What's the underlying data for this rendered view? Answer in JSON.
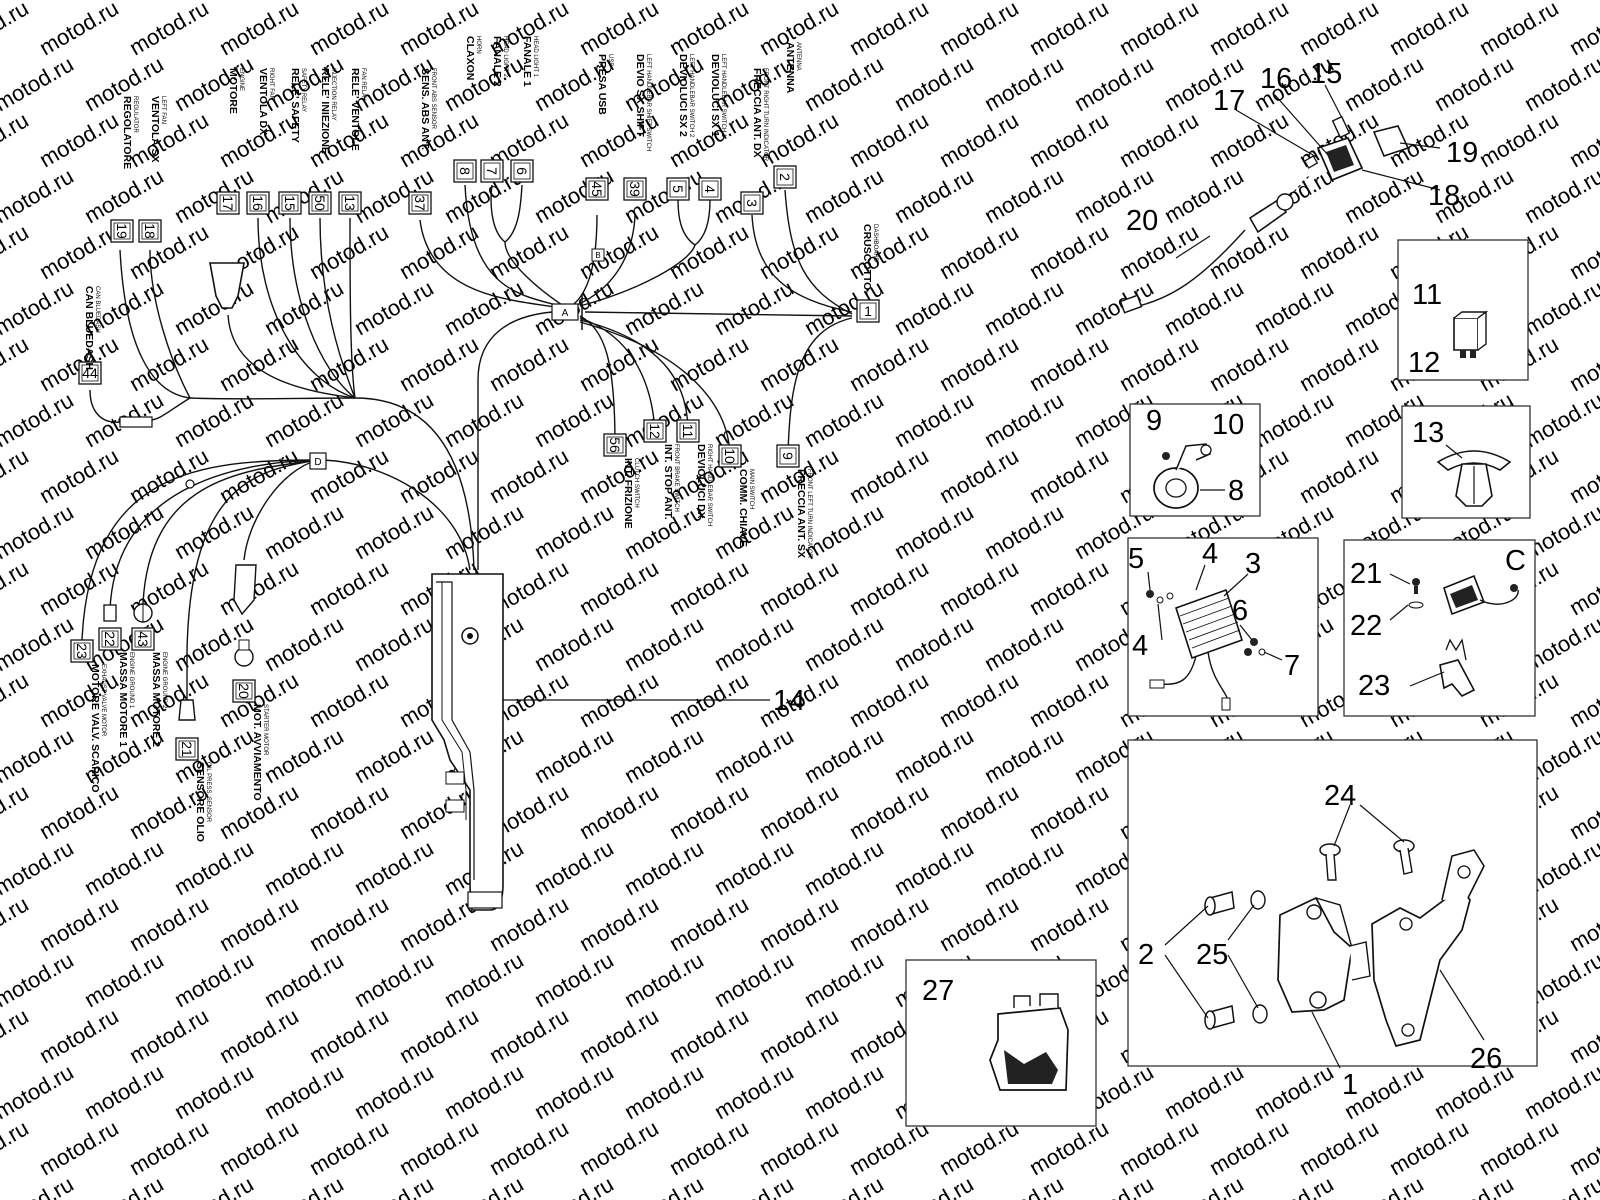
{
  "watermark": "motod.ru",
  "harness": {
    "junctions": {
      "a": "A",
      "d": "D",
      "b": "B"
    },
    "top_connectors": [
      {
        "num": "19",
        "label": "REGOLATORE",
        "sub": "REGULATOR"
      },
      {
        "num": "18",
        "label": "VENTOLA SX",
        "sub": "LEFT FAN"
      },
      {
        "num": "17",
        "label": "MOTORE",
        "sub": "ENGINE"
      },
      {
        "num": "16",
        "label": "VENTOLA DX",
        "sub": "RIGHT FAN"
      },
      {
        "num": "15",
        "label": "RELE' SAFETY",
        "sub": "SAFETY RELAY"
      },
      {
        "num": "50",
        "label": "RELE' INIEZIONE",
        "sub": "INJECTION RELAY"
      },
      {
        "num": "13",
        "label": "RELE' VENTOLE",
        "sub": "FAN RELAY"
      },
      {
        "num": "37",
        "label": "SENS. ABS ANT.",
        "sub": "FRONT ABS SENSOR"
      },
      {
        "num": "8",
        "label": "CLAXON",
        "sub": "HORN"
      },
      {
        "num": "7",
        "label": "FANALE 2",
        "sub": "HEAD LIGHT 2"
      },
      {
        "num": "6",
        "label": "FANALE 1",
        "sub": "HEAD LIGHT 1"
      },
      {
        "num": "45",
        "label": "PRESA USB",
        "sub": "USB"
      },
      {
        "num": "39",
        "label": "DEVIO SX SHIFT",
        "sub": "LEFT HANDLEBAR SHIFT SWITCH"
      },
      {
        "num": "5",
        "label": "DEVIOLUCI SX 2",
        "sub": "LEFT HANDLEBAR SWITCH 2"
      },
      {
        "num": "4",
        "label": "DEVIOLUCI SX 1",
        "sub": "LEFT HANDLEBAR SWITCH 1"
      },
      {
        "num": "3",
        "label": "FRECCIA ANT. DX",
        "sub": "FRONT RIGHT TURN INDICATOR"
      },
      {
        "num": "2",
        "label": "ANTENNA",
        "sub": "ANTENNA"
      }
    ],
    "side_connectors": [
      {
        "num": "44",
        "label": "CAN BLUEDASH",
        "sub": "CAN BLUEDASH"
      },
      {
        "num": "1",
        "label": "CRUSCOTTO",
        "sub": "DASHBOARD"
      }
    ],
    "bottom_connectors": [
      {
        "num": "56",
        "label": "INT. FRIZIONE",
        "sub": "CLUTCH SWITCH"
      },
      {
        "num": "12",
        "label": "INT. STOP ANT.",
        "sub": "FRONT BRAKE SWITCH"
      },
      {
        "num": "11",
        "label": "DEVIOLUCI DX",
        "sub": "RIGHT HANDLEBAR SWITCH"
      },
      {
        "num": "10",
        "label": "COMM. CHIAVE",
        "sub": "MAIN SWITCH"
      },
      {
        "num": "9",
        "label": "FRECCIA ANT. SX",
        "sub": "FRONT LEFT TURN INDICATOR"
      }
    ],
    "left_connectors": [
      {
        "num": "23",
        "label": "MOTORE VALV. SCARICO",
        "sub": "EXHAUST VALVE MOTOR"
      },
      {
        "num": "22",
        "label": "MASSA MOTORE 1",
        "sub": "ENGINE GROUND 1"
      },
      {
        "num": "43",
        "label": "MASSA MOTORE 2",
        "sub": "ENGINE GROUND 2"
      },
      {
        "num": "21",
        "label": "SENSORE OLIO",
        "sub": "OIL PRESS. SENSOR"
      },
      {
        "num": "20",
        "label": "MOT. AVVIAMENTO",
        "sub": "STARTER MOTOR"
      }
    ]
  },
  "callouts": {
    "c14": "14",
    "c15": "15",
    "c16": "16",
    "c17": "17",
    "c18": "18",
    "c19": "19",
    "c20": "20",
    "c11": "11",
    "c12": "12",
    "c13": "13",
    "c9": "9",
    "c10": "10",
    "c8": "8",
    "c5": "5",
    "c4a": "4",
    "c4b": "4",
    "c3": "3",
    "c6": "6",
    "c7": "7",
    "c21": "21",
    "c22": "22",
    "c23": "23",
    "cC": "C",
    "c24": "24",
    "c2": "2",
    "c25": "25",
    "c1": "1",
    "c26": "26",
    "c27": "27"
  }
}
